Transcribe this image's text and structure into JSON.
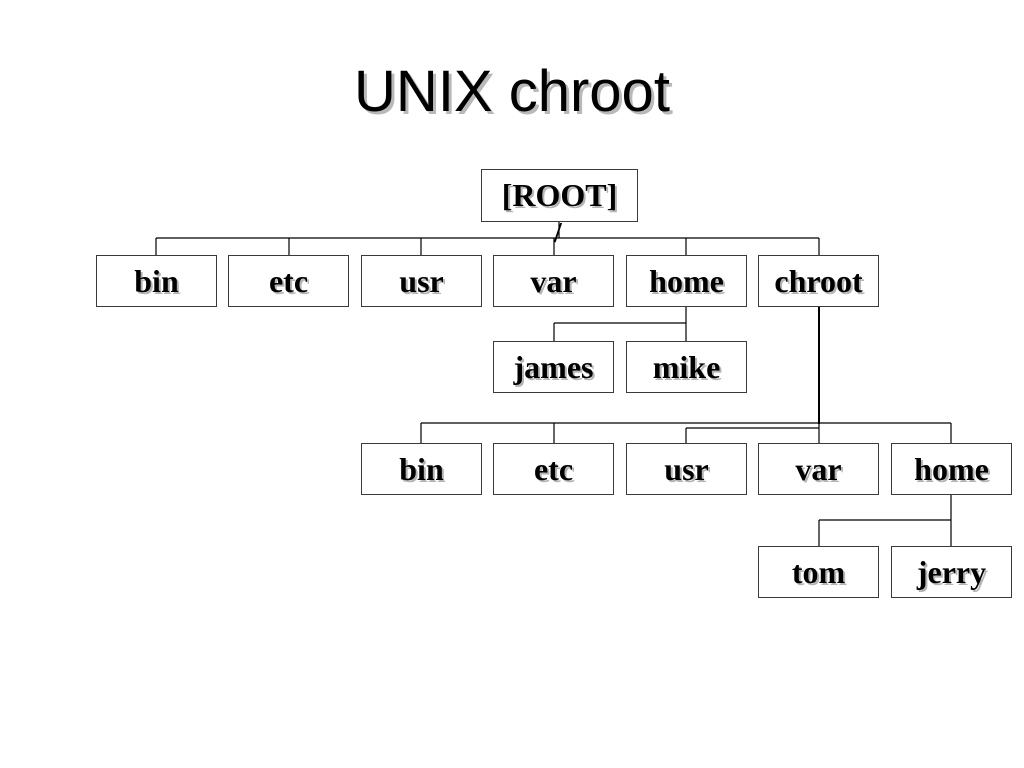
{
  "title": "UNIX chroot",
  "root": {
    "label": "[ROOT]",
    "slash": "/"
  },
  "level1": [
    "bin",
    "etc",
    "usr",
    "var",
    "home",
    "chroot"
  ],
  "home_children": [
    "james",
    "mike"
  ],
  "chroot_children": [
    "bin",
    "etc",
    "usr",
    "var",
    "home"
  ],
  "chroot_home_children": [
    "tom",
    "jerry"
  ],
  "colors": {
    "box_border": "#3a3a3a",
    "line": "#000000",
    "shadow": "#b5b5b5",
    "background": "#ffffff"
  }
}
